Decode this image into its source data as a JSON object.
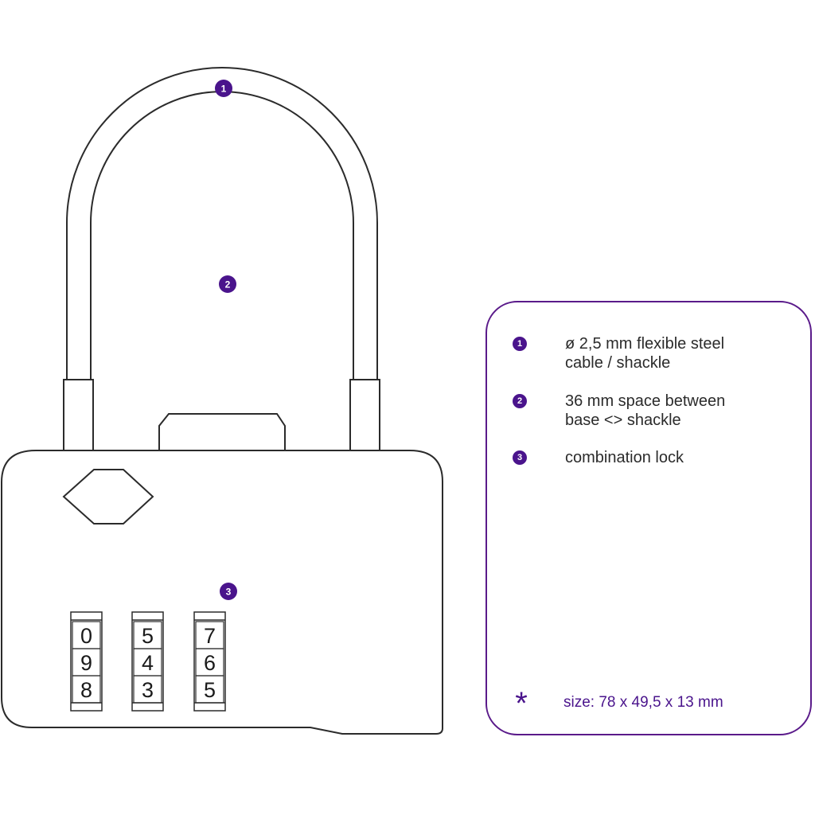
{
  "diagram": {
    "markers": [
      {
        "num": "1"
      },
      {
        "num": "2"
      },
      {
        "num": "3"
      }
    ],
    "dials": [
      [
        "0",
        "9",
        "8"
      ],
      [
        "5",
        "4",
        "3"
      ],
      [
        "7",
        "6",
        "5"
      ]
    ]
  },
  "legend": {
    "items": [
      {
        "num": "1",
        "text": "ø 2,5 mm flexible steel\ncable / shackle"
      },
      {
        "num": "2",
        "text": "36 mm space between\nbase <> shackle"
      },
      {
        "num": "3",
        "text": "combination lock"
      }
    ],
    "size_symbol": "*",
    "size_text": "size: 78 x 49,5 x 13 mm"
  },
  "colors": {
    "accent": "#4a148c",
    "panel_border": "#5a1a8a",
    "outline": "#2b2b2b"
  }
}
